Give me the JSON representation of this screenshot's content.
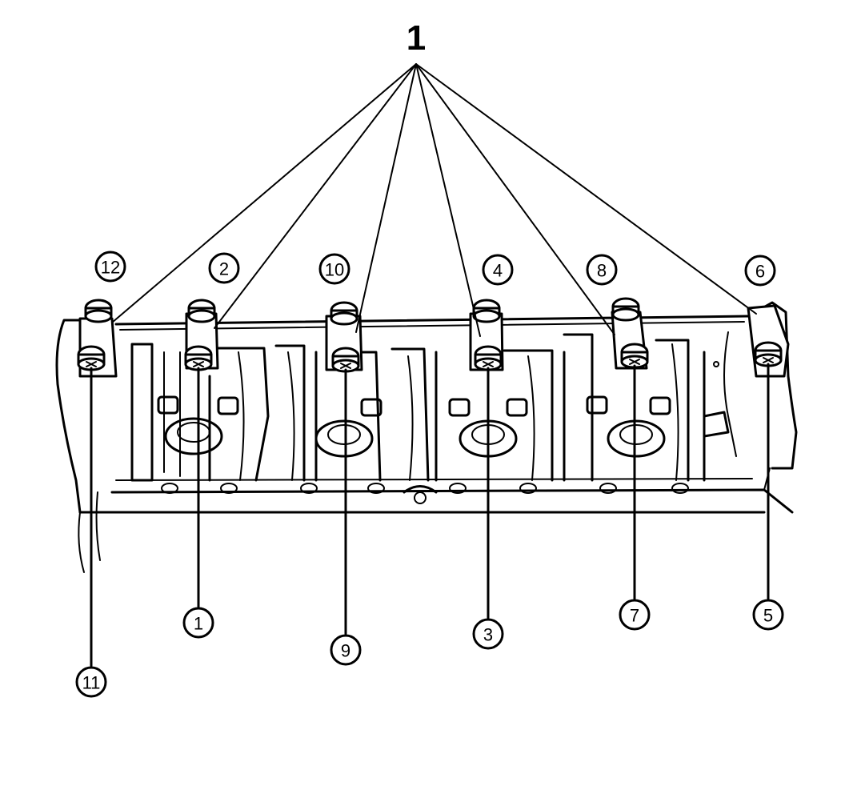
{
  "reference_label": "1",
  "bolt_callouts": [
    "12",
    "2",
    "10",
    "4",
    "8",
    "6",
    "11",
    "1",
    "9",
    "3",
    "7",
    "5"
  ],
  "colors": {
    "ink": "#000000",
    "paper": "#ffffff"
  }
}
